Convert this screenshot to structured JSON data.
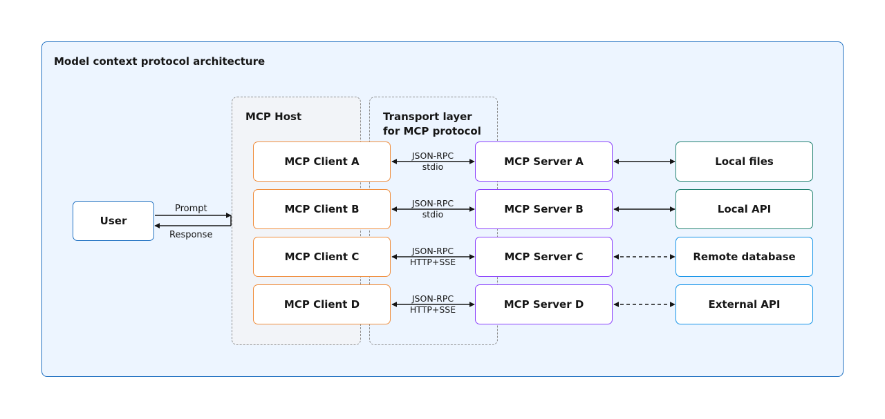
{
  "diagram": {
    "title": "Model context protocol architecture",
    "host": {
      "title": "MCP Host",
      "clients": [
        "MCP Client A",
        "MCP Client B",
        "MCP Client C",
        "MCP Client D"
      ]
    },
    "transport": {
      "title": "Transport layer",
      "subtitle": "for MCP protocol",
      "links": [
        {
          "protocol": "JSON-RPC",
          "transport": "stdio"
        },
        {
          "protocol": "JSON-RPC",
          "transport": "stdio"
        },
        {
          "protocol": "JSON-RPC",
          "transport": "HTTP+SSE"
        },
        {
          "protocol": "JSON-RPC",
          "transport": "HTTP+SSE"
        }
      ]
    },
    "servers": [
      "MCP Server A",
      "MCP Server B",
      "MCP Server C",
      "MCP Server D"
    ],
    "resources": [
      {
        "label": "Local files",
        "kind": "local",
        "connection": "solid"
      },
      {
        "label": "Local API",
        "kind": "local",
        "connection": "solid"
      },
      {
        "label": "Remote database",
        "kind": "remote",
        "connection": "dashed"
      },
      {
        "label": "External API",
        "kind": "remote",
        "connection": "dashed"
      }
    ],
    "user": {
      "label": "User",
      "prompt_label": "Prompt",
      "response_label": "Response"
    },
    "colors": {
      "frame_border": "#1f70c1",
      "frame_fill": "#edf5ff",
      "host_fill": "#f2f4f8",
      "group_border": "#8d8d8d",
      "client_border": "#f08c3a",
      "server_border": "#8a3ffc",
      "local_border": "#1d7f6e",
      "remote_border": "#1192e8",
      "user_border": "#1f70c1"
    }
  }
}
